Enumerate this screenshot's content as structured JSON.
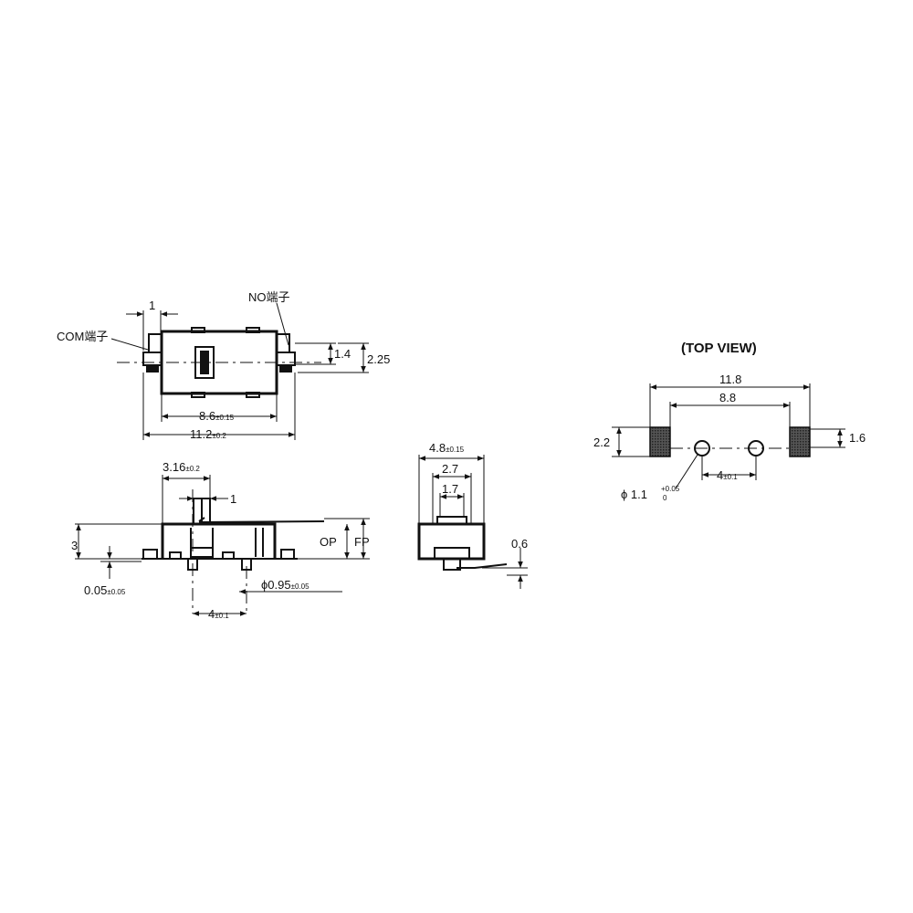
{
  "labels": {
    "com_terminal": "COM端子",
    "no_terminal": "NO端子",
    "top_view_title": "(TOP VIEW)",
    "op": "OP",
    "fp": "FP"
  },
  "dims": {
    "front_width_1": "1",
    "front_height_1_4": "1.4",
    "front_height_2_25": "2.25",
    "front_body_8_6": "8.6",
    "front_body_8_6_tol": "±0.15",
    "front_total_11_2": "11.2",
    "front_total_11_2_tol": "±0.2",
    "side_3_16": "3.16",
    "side_3_16_tol": "±0.2",
    "side_1": "1",
    "side_height_3": "3",
    "side_0_05": "0.05",
    "side_0_05_tol": "±0.05",
    "side_pin_dia": "ϕ0.95",
    "side_pin_dia_tol": "±0.05",
    "side_pitch_4": "4",
    "side_pitch_4_tol": "±0.1",
    "end_4_8": "4.8",
    "end_4_8_tol": "±0.15",
    "end_2_7": "2.7",
    "end_1_7": "1.7",
    "end_0_6": "0.6",
    "top_11_8": "11.8",
    "top_8_8": "8.8",
    "top_2_2": "2.2",
    "top_1_6": "1.6",
    "top_hole_dia": "ϕ 1.1",
    "top_hole_tol_upper": "+0.05",
    "top_hole_tol_lower": "0",
    "top_pitch_4": "4",
    "top_pitch_4_tol": "±0.1"
  },
  "colors": {
    "line": "#111111",
    "pad_fill": "#3a3a3a"
  }
}
